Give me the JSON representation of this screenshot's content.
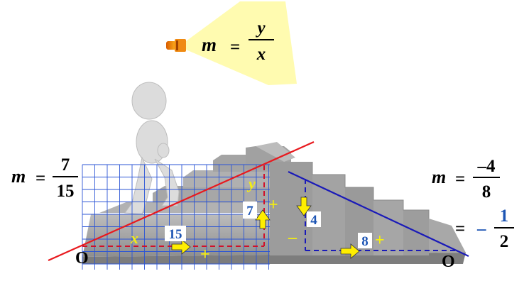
{
  "formula": {
    "m": "m",
    "eq": "=",
    "num": "y",
    "den": "x"
  },
  "left_slope": {
    "m": "m",
    "eq": "=",
    "num": "7",
    "den": "15"
  },
  "right_slope": {
    "m": "m",
    "eq": "=",
    "num": "–4",
    "den": "8",
    "eq2": "=",
    "neg": "–",
    "num2": "1",
    "den2": "2"
  },
  "left_triangle": {
    "run_label": "x",
    "run_value": "15",
    "run_sign": "+",
    "rise_label": "y",
    "rise_value": "7",
    "rise_sign": "+",
    "origin": "O"
  },
  "right_triangle": {
    "fall_value": "4",
    "fall_sign": "–",
    "run_value": "8",
    "run_sign": "+",
    "origin": "O"
  },
  "colors": {
    "red_line": "#e8191e",
    "blue_line": "#1a1ab8",
    "grid": "#2b55d6",
    "arrow": "#ffee00",
    "sign": "#f4ee10",
    "number": "#1d55b4",
    "light_beam": "#fffbb0",
    "stairs": "#a9a9a9"
  }
}
